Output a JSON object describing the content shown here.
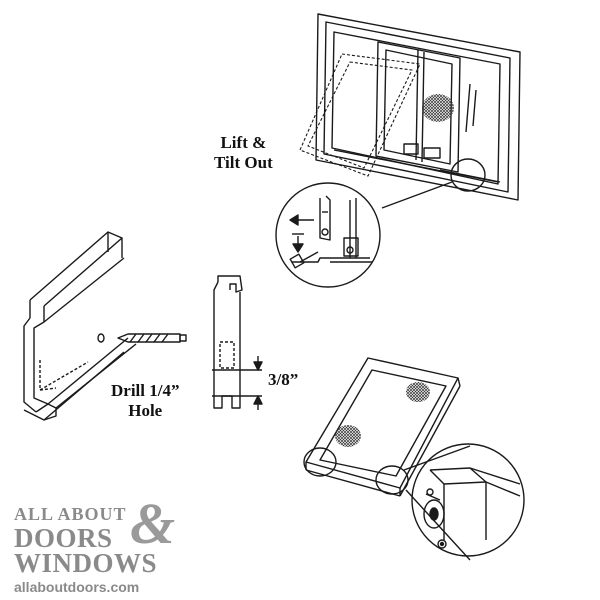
{
  "labels": {
    "lift_line1": "Lift &",
    "lift_line2": "Tilt Out",
    "drill_line1": "Drill 1/4”",
    "drill_line2": "Hole",
    "dimension": "3/8”"
  },
  "logo": {
    "line1": "ALL ABOUT",
    "line2": "DOORS",
    "ampersand": "&",
    "line3": "WINDOWS",
    "url": "allaboutdoors.com"
  },
  "colors": {
    "line": "#1a1a1a",
    "logo": "#8a8a8a",
    "background": "#ffffff"
  }
}
